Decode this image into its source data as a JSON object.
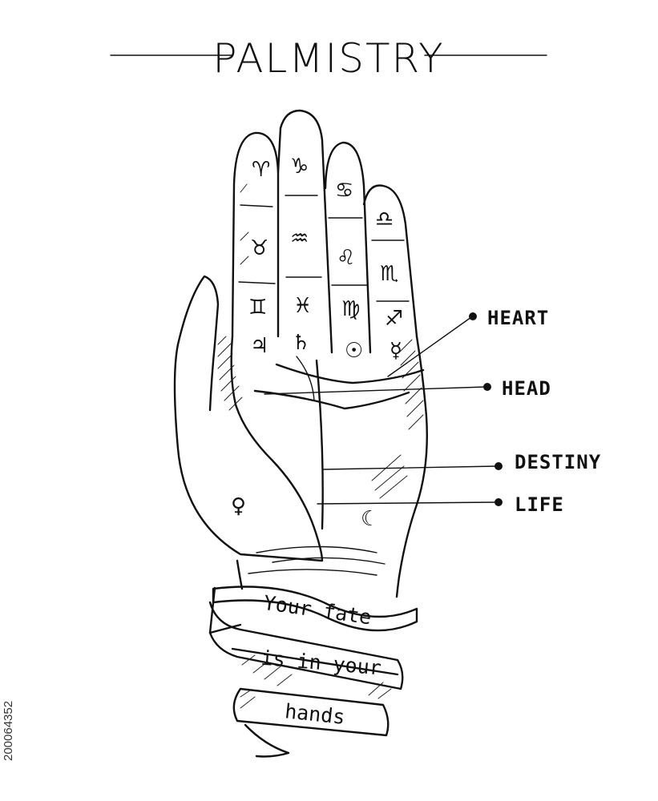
{
  "title": "PALMISTRY",
  "lines": [
    {
      "id": "heart",
      "label": "HEART"
    },
    {
      "id": "head",
      "label": "HEAD"
    },
    {
      "id": "destiny",
      "label": "DESTINY"
    },
    {
      "id": "life",
      "label": "LIFE"
    }
  ],
  "signs": {
    "aries": "♈",
    "taurus": "♉",
    "gemini": "♊",
    "jupiter": "♃",
    "capricorn": "♑",
    "aquarius": "♒",
    "pisces": "♓",
    "saturn": "♄",
    "cancer": "♋",
    "leo": "♌",
    "virgo": "♍",
    "sun": "☉",
    "libra": "♎",
    "scorpio": "♏",
    "sagittarius": "♐",
    "mercury": "☿",
    "venus": "♀",
    "moon": "☾"
  },
  "ribbon": {
    "line1": "Your fate",
    "line2": "is in your",
    "line3": "hands"
  },
  "watermark": "200064352"
}
